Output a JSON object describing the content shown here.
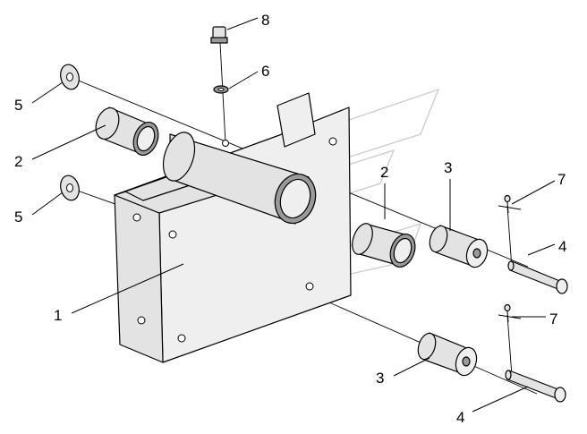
{
  "callouts": [
    {
      "id": "c8",
      "label": "8"
    },
    {
      "id": "c6",
      "label": "6"
    },
    {
      "id": "c5a",
      "label": "5"
    },
    {
      "id": "c2a",
      "label": "2"
    },
    {
      "id": "c5b",
      "label": "5"
    },
    {
      "id": "c1",
      "label": "1"
    },
    {
      "id": "c2b",
      "label": "2"
    },
    {
      "id": "c3a",
      "label": "3"
    },
    {
      "id": "c7a",
      "label": "7"
    },
    {
      "id": "c4a",
      "label": "4"
    },
    {
      "id": "c7b",
      "label": "7"
    },
    {
      "id": "c3b",
      "label": "3"
    },
    {
      "id": "c4b",
      "label": "4"
    }
  ]
}
